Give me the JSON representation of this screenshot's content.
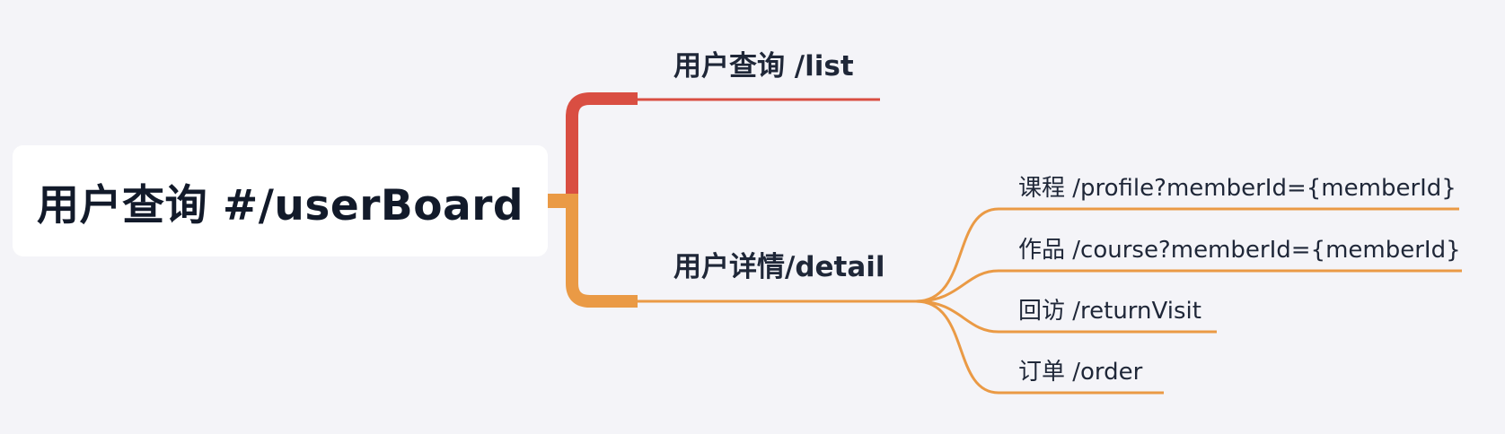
{
  "root": {
    "label": "用户查询 #/userBoard"
  },
  "branches": [
    {
      "label": "用户查询 /list",
      "color": "#d94e42",
      "children": []
    },
    {
      "label": "用户详情/detail",
      "color": "#ea9a45",
      "children": [
        {
          "label": "课程 /profile?memberId={memberId}"
        },
        {
          "label": "作品 /course?memberId={memberId}"
        },
        {
          "label": "回访 /returnVisit"
        },
        {
          "label": "订单 /order"
        }
      ]
    }
  ],
  "colors": {
    "background": "#f4f4f8",
    "root_box": "#ffffff",
    "text": "#1f2738"
  }
}
